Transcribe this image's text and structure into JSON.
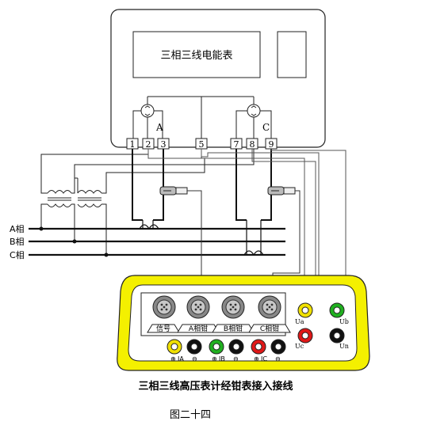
{
  "meter": {
    "title": "三相三线电能表",
    "phase_labels": [
      "A",
      "C"
    ],
    "terminals": [
      "1",
      "2",
      "3",
      "5",
      "7",
      "8",
      "9"
    ]
  },
  "phases": [
    "A相",
    "B相",
    "C相"
  ],
  "tester": {
    "ports": [
      "信号",
      "A相钳",
      "B相钳",
      "C相钳"
    ],
    "current_labels": [
      "IA",
      "IB",
      "IC"
    ],
    "voltage_jacks": [
      "Ua",
      "Ub",
      "Uc",
      "Un"
    ]
  },
  "caption": "三相三线高压表计经钳表接入接线",
  "figure_label": "图二十四",
  "colors": {
    "tester_body": "#f4f000",
    "jack_yellow": "#f0e000",
    "jack_green": "#20b020",
    "jack_red": "#e01818",
    "jack_black": "#111111"
  }
}
